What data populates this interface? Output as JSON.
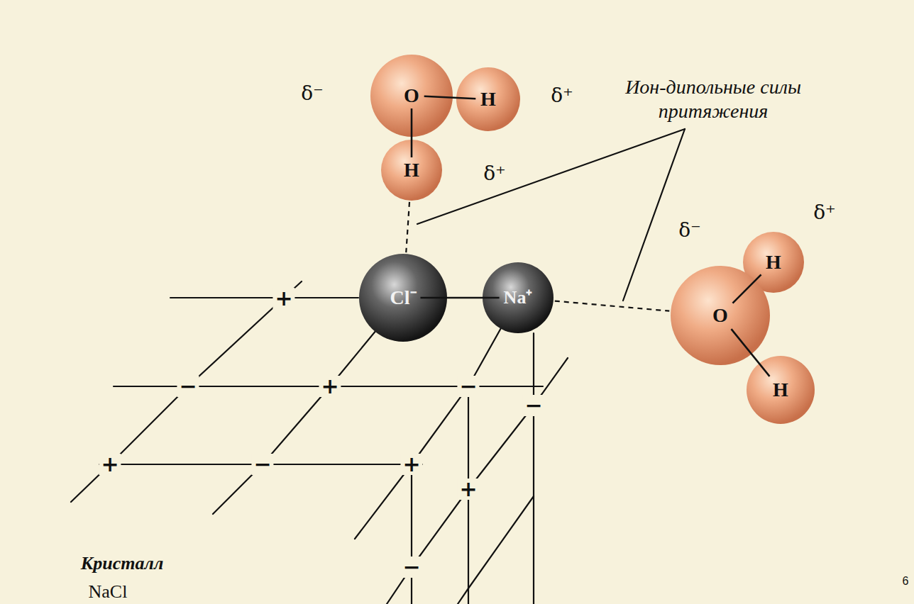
{
  "diagram": {
    "nodes": [
      {
        "text": [
          "O"
        ]
      },
      {
        "text": [
          "H"
        ]
      },
      {
        "text": [
          "H"
        ]
      },
      {
        "text": [
          "Cl⁻"
        ]
      },
      {
        "text": [
          "Na⁺"
        ]
      },
      {
        "text": [
          "H"
        ]
      },
      {
        "text": [
          "O"
        ]
      },
      {
        "text": [
          "H"
        ]
      }
    ],
    "edges": [
      {
        "from": 0,
        "to": 1,
        "arrow": "none"
      },
      {
        "from": 0,
        "to": 2,
        "arrow": "none"
      },
      {
        "from": 2,
        "to": 3,
        "arrow": "none"
      },
      {
        "from": 3,
        "to": 4,
        "arrow": "none"
      },
      {
        "from": 4,
        "to": 6,
        "arrow": "none"
      },
      {
        "from": 6,
        "to": 5,
        "arrow": "none"
      },
      {
        "from": 6,
        "to": 7,
        "arrow": "none"
      }
    ],
    "labels": [
      "δ⁻",
      "δ⁺",
      "Ион-дипольные силы притяжения",
      "δ⁺",
      "δ⁻",
      "δ⁺",
      "+",
      "−",
      "+",
      "−",
      "−",
      "+",
      "−",
      "+",
      "+",
      "Кристалл",
      "−",
      "NaCl",
      "6"
    ]
  }
}
